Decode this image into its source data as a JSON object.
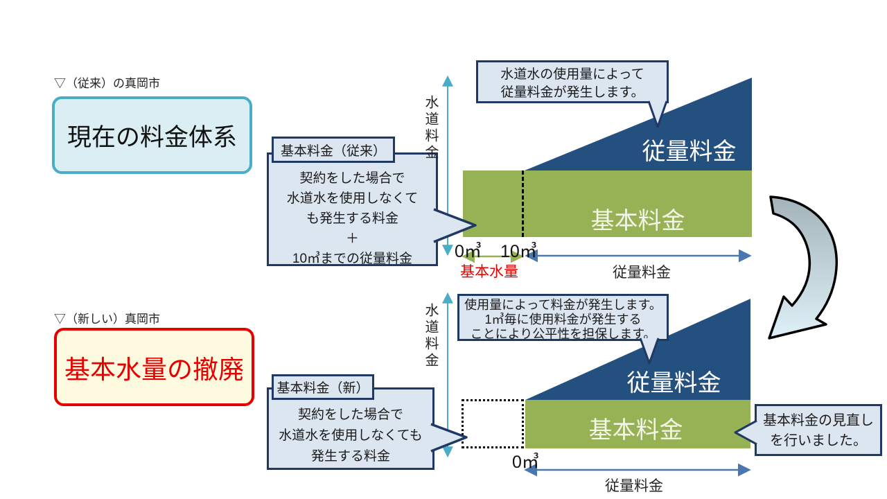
{
  "colors": {
    "accent_teal": "#4bacc6",
    "navy_border": "#1f3864",
    "callout_fill": "#dce6f1",
    "fee_triangle_blue": "#24507f",
    "fee_bar_green": "#97b254",
    "arrow_blue": "#4a77ad",
    "red": "#e60000",
    "current_box_fill": "#daeef3",
    "new_box_fill": "#fdfadf"
  },
  "top": {
    "marker": "▽（従来）の真岡市",
    "title": "現在の料金体系",
    "basic_callout": {
      "title": "基本料金（従来）",
      "line1": "契約をした場合で",
      "line2": "水道水を使用しなくて",
      "line3": "も発生する料金",
      "line4": "＋",
      "line5": "10㎥までの従量料金"
    },
    "usage_callout": {
      "line1": "水道水の使用量によって",
      "line2": "従量料金が発生します。"
    },
    "chart": {
      "y_axis_label": "水道料金",
      "volume_fee_label": "従量料金",
      "basic_fee_label": "基本料金",
      "x_tick_0": "0㎥",
      "x_tick_10": "10㎥",
      "basic_volume_axis_label": "基本水量",
      "volume_axis_label": "従量料金"
    }
  },
  "bottom": {
    "marker": "▽（新しい）真岡市",
    "title": "基本水量の撤廃",
    "basic_callout": {
      "title": "基本料金（新）",
      "line1": "契約をした場合で",
      "line2": "水道水を使用しなくても",
      "line3": "発生する料金"
    },
    "usage_callout": {
      "line1": "使用量によって料金が発生します。",
      "line2": "1㎥毎に使用料金が発生する",
      "line3": "ことにより公平性を担保します。"
    },
    "review_callout": {
      "line1": "基本料金の見直し",
      "line2": "を行いました。"
    },
    "chart": {
      "y_axis_label": "水道料金",
      "volume_fee_label": "従量料金",
      "basic_fee_label": "基本料金",
      "x_tick_0": "0㎥",
      "volume_axis_label": "従量料金"
    }
  }
}
